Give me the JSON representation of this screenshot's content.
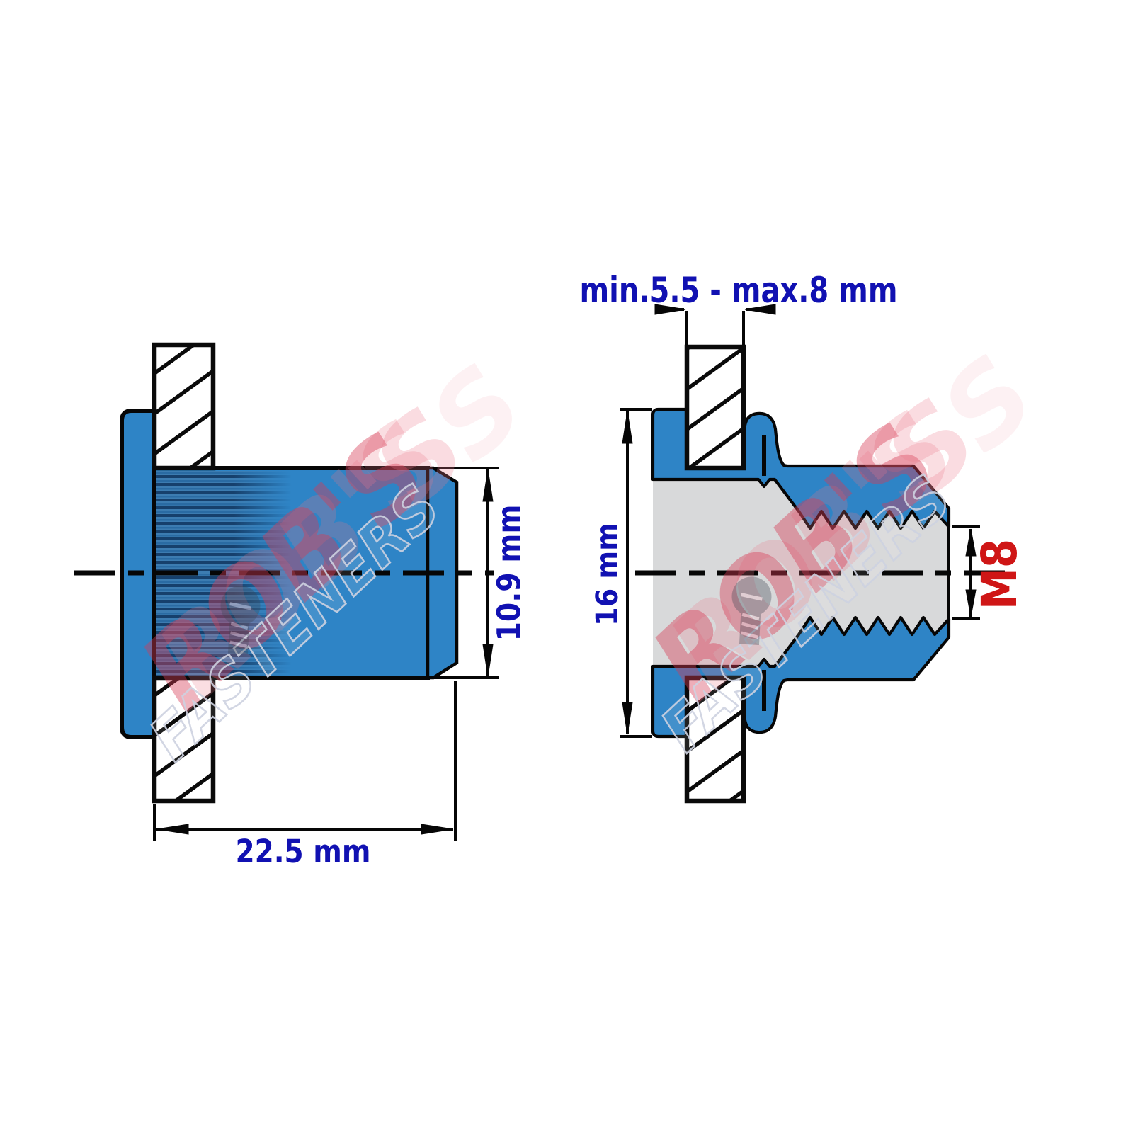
{
  "drawing": {
    "type": "technical-diagram",
    "subject": "blind rivet nut cross-sections, before and after installation",
    "views": {
      "left": "rivet nut inserted through plate (uninstalled)",
      "right": "rivet nut installed (bulged) with internal thread"
    }
  },
  "labels": {
    "left_body_diameter": "10.9 mm",
    "left_total_length": "22.5 mm",
    "grip_range": "min.5.5 - max.8 mm",
    "flange_diameter": "16 mm",
    "thread_size": "M8"
  },
  "watermark": {
    "line1": "ROB'S",
    "line2": "FASTENERS",
    "s_ghost": "'S",
    "s_ghost2": "S"
  },
  "colors": {
    "background": "#ffffff",
    "body_blue": "#2e84c6",
    "knurl_dark": "#1b4c7e",
    "knurl_light": "#4286bd",
    "outline_black": "#060606",
    "interior_gray": "#d8d9da",
    "dimension_navy": "#1111b2",
    "thread_red": "#cf1616",
    "watermark_red": "rgba(205,40,60,0.42)",
    "watermark_pink": "rgba(235,120,140,0.30)",
    "watermark_faint": "rgba(240,150,165,0.15)",
    "watermark_outline": "rgba(160,165,180,0.60)"
  }
}
